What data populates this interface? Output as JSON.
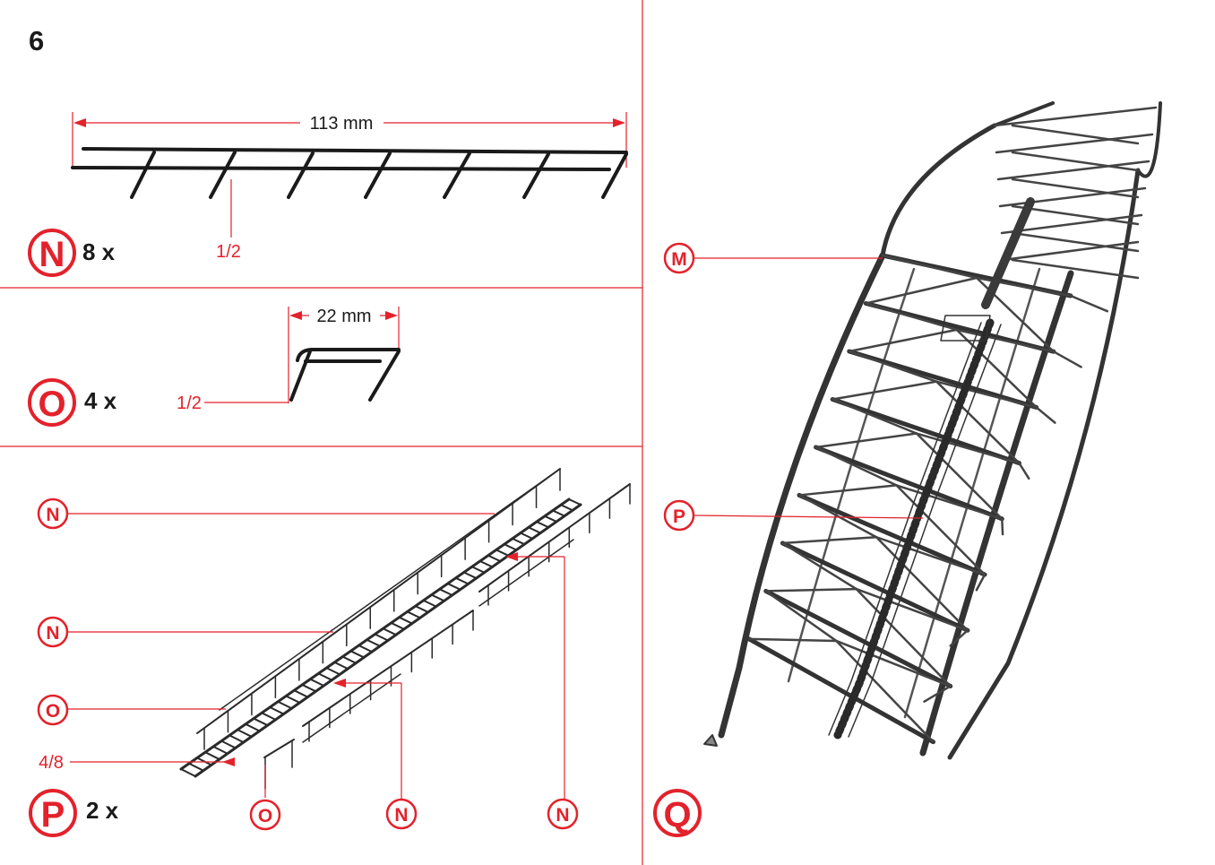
{
  "page": {
    "step_number": "6"
  },
  "colors": {
    "accent_red": "#e3222b",
    "ink": "#1a1a1a",
    "steel": "#3a3a3a"
  },
  "panel_n": {
    "badge": "N",
    "quantity": "8 x",
    "dimension": "113 mm",
    "part_ref": "1/2"
  },
  "panel_o": {
    "badge": "O",
    "quantity": "4 x",
    "dimension": "22 mm",
    "part_ref": "1/2"
  },
  "panel_p": {
    "badge": "P",
    "quantity": "2 x",
    "part_ref": "4/8",
    "callouts_left": [
      "N",
      "N",
      "O"
    ],
    "callouts_bottom": [
      "O",
      "N",
      "N"
    ]
  },
  "panel_q": {
    "badge": "Q",
    "callouts": [
      "M",
      "P"
    ]
  }
}
